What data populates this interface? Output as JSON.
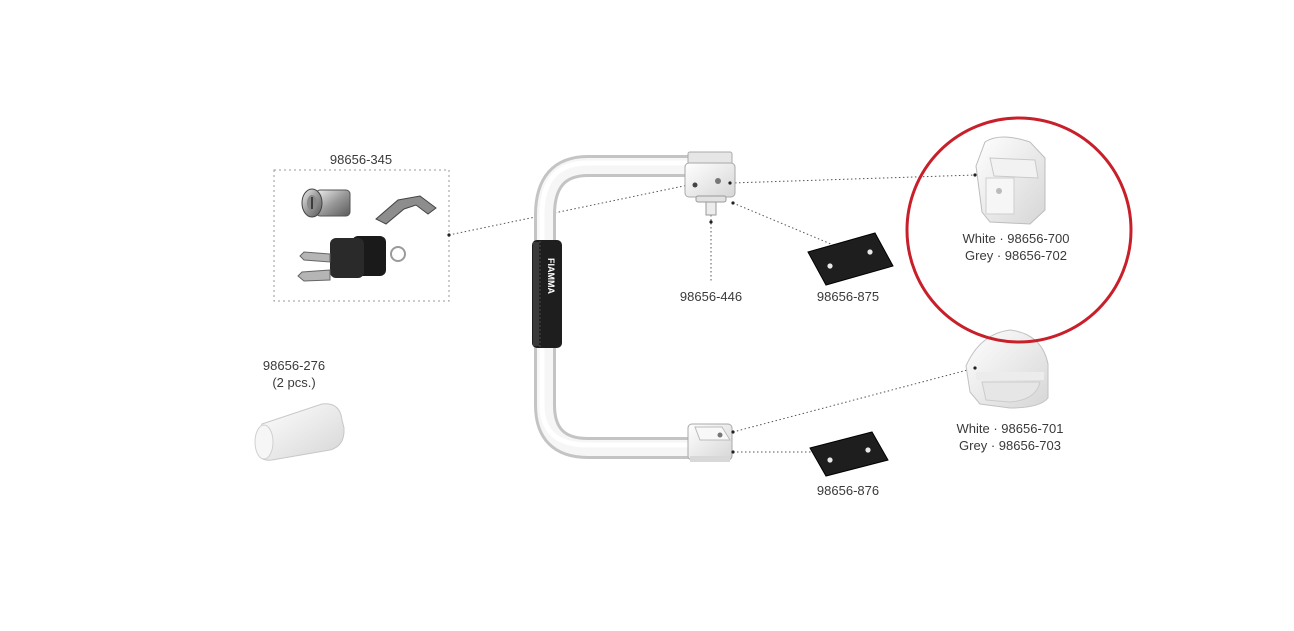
{
  "parts": {
    "lock_kit": {
      "code": "98656-345"
    },
    "pin": {
      "code": "98656-446"
    },
    "upper_plate": {
      "code": "98656-875"
    },
    "lower_plate": {
      "code": "98656-876"
    },
    "end_cap": {
      "code": "98656-276",
      "qty": "(2 pcs.)"
    },
    "upper_bracket": {
      "white": "White · 98656-700",
      "grey": "Grey · 98656-702"
    },
    "lower_bracket": {
      "white": "White · 98656-701",
      "grey": "Grey · 98656-703"
    }
  },
  "handle": {
    "brand": "FIAMMA"
  },
  "colors": {
    "highlight": "#c8202a",
    "leader": "#555555",
    "part_white": "#f4f4f4",
    "pad": "#1e1e1e"
  }
}
